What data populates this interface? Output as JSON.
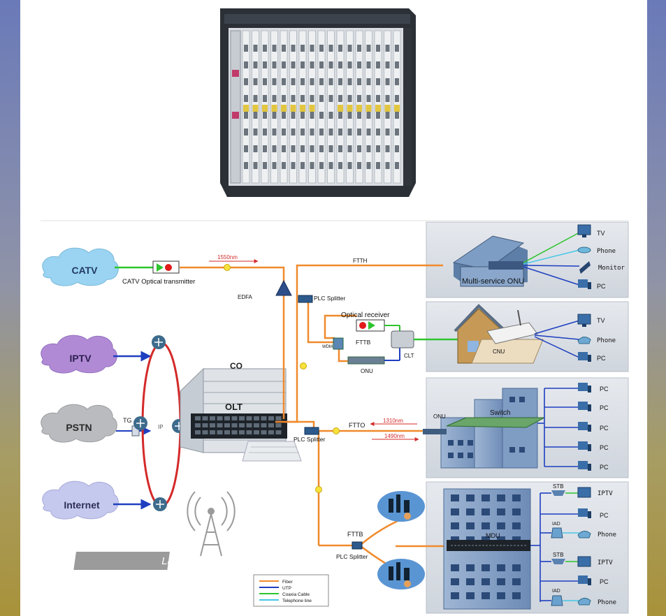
{
  "clouds": {
    "catv": "CATV",
    "iptv": "IPTV",
    "pstn": "PSTN",
    "internet": "Internet"
  },
  "head_end": {
    "transmitter": "CATV  Optical transmitter",
    "wavelength_1550": "1550nm",
    "edfa": "EDFA",
    "tg": "TG",
    "ip": "IP",
    "co": "CO",
    "olt": "OLT"
  },
  "splitters": {
    "top": "PLC Splitter",
    "middle": "PLC Splitter",
    "bottom": "PLC Splitter"
  },
  "links": {
    "ftth": "FTTH",
    "fttb_top": "FTTB",
    "ftto": "FTTO",
    "fttb_bottom": "FTTB",
    "nm1310": "1310nm",
    "nm1490": "1490nm"
  },
  "fttb_box": {
    "optical_receiver": "Optical receiver",
    "wdm": "WDM",
    "onu": "ONU",
    "clt": "CLT"
  },
  "panel1": {
    "onu": "Multi-service ONU",
    "tv": "TV",
    "phone": "Phone",
    "monitor": "Monitor",
    "pc": "PC"
  },
  "panel2": {
    "cnu": "CNU",
    "tv": "TV",
    "phone": "Phone",
    "pc": "PC"
  },
  "panel3": {
    "onu": "ONU",
    "switch": "Switch",
    "pcs": [
      "PC",
      "PC",
      "PC",
      "PC",
      "PC"
    ]
  },
  "panel4": {
    "mdu": "MDU",
    "stb1": "STB",
    "iptv1": "IPTV",
    "pc1": "PC",
    "iad1": "IAD",
    "phone1": "Phone",
    "stb2": "STB",
    "iptv2": "IPTV",
    "pc2": "PC",
    "iad2": "IAD",
    "phone2": "Phone"
  },
  "watermark": "Laden Aljaafari",
  "legend": [
    "Fiber",
    "UTP",
    "Coaxia Cable",
    "Telephone line"
  ],
  "colors": {
    "fiber": "#f08a2c",
    "utp": "#1e3fbf",
    "coax": "#2ec42e",
    "telephone": "#46c7e6",
    "ring": "#d42a2a"
  }
}
